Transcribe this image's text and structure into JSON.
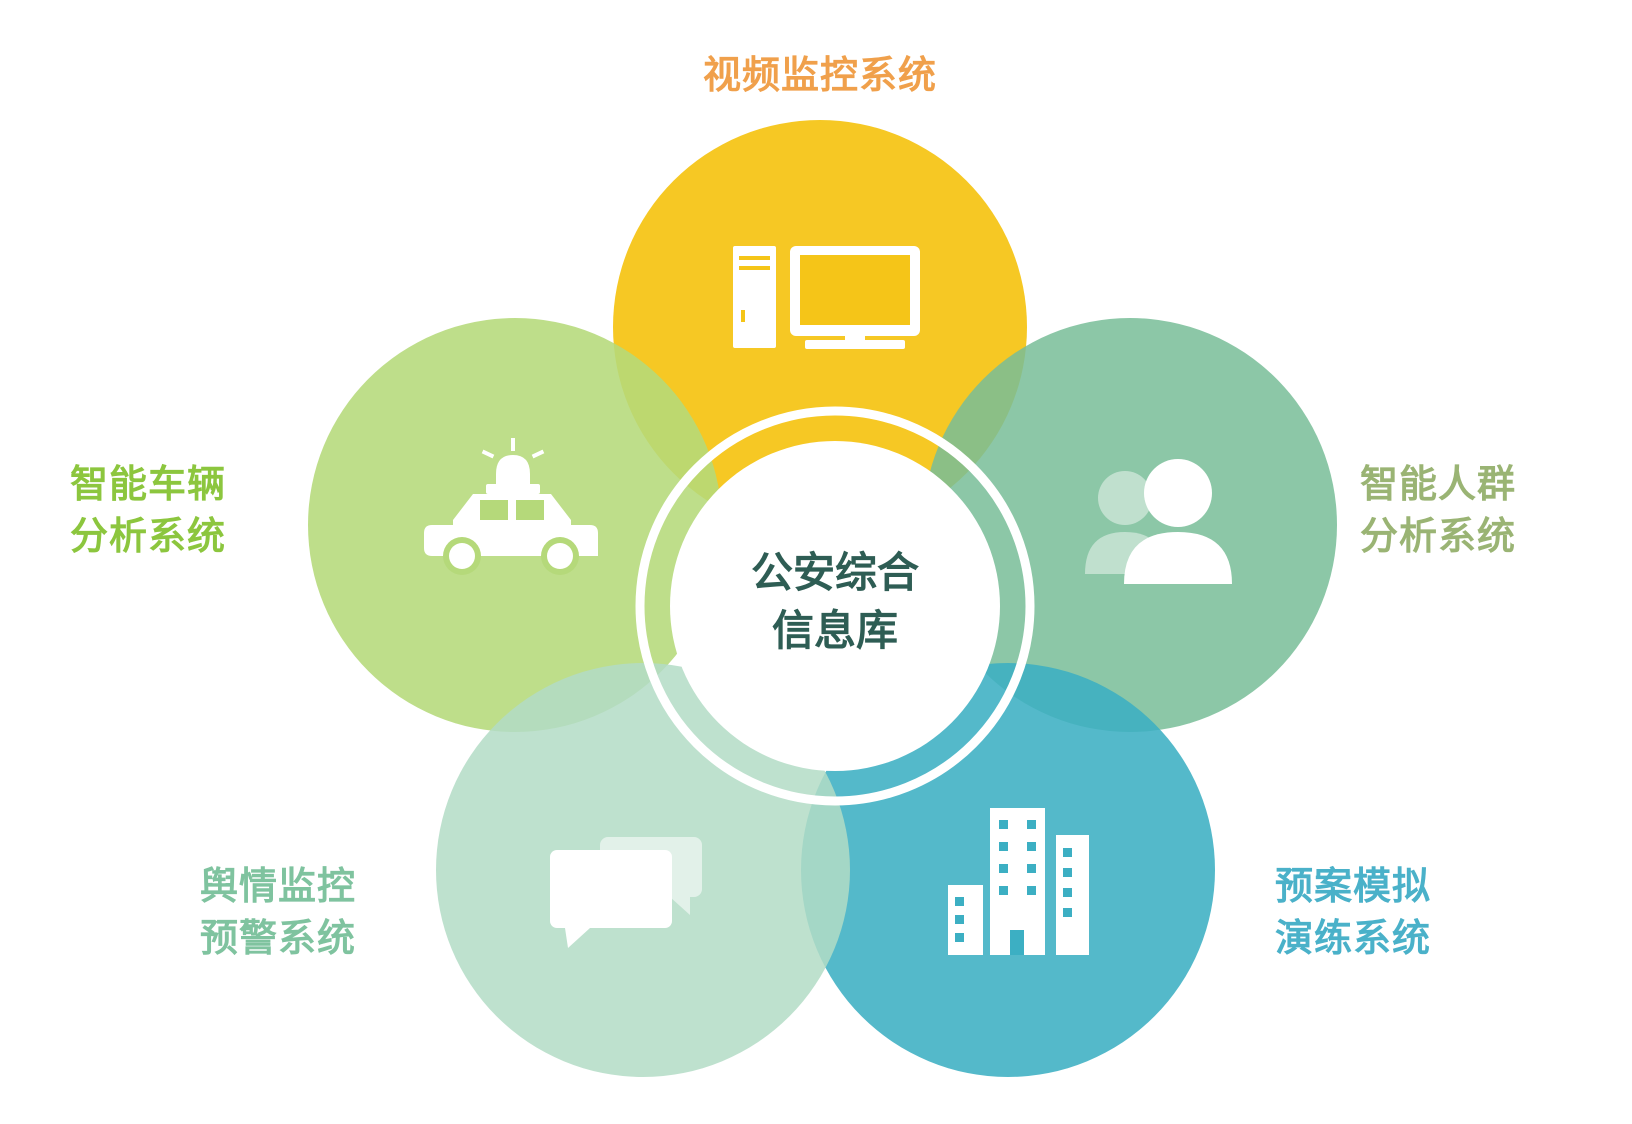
{
  "center": {
    "line1": "公安综合",
    "line2": "信息库",
    "color": "#2e5d54"
  },
  "systems": {
    "top": {
      "line1": "视频监控系统",
      "color": "#f0a04b",
      "circle_color": "#f5c518",
      "icon": "computer-icon"
    },
    "left": {
      "line1": "智能车辆",
      "line2": "分析系统",
      "color": "#8cc63e",
      "circle_color": "#b5d97a",
      "icon": "police-car-icon"
    },
    "right": {
      "line1": "智能人群",
      "line2": "分析系统",
      "color": "#9ab474",
      "circle_color": "#78bd98",
      "icon": "people-icon"
    },
    "bottom_left": {
      "line1": "舆情监控",
      "line2": "预警系统",
      "color": "#7fc39f",
      "circle_color": "#b3dcc6",
      "icon": "chat-icon"
    },
    "bottom_right": {
      "line1": "预案模拟",
      "line2": "演练系统",
      "color": "#4ab1c9",
      "circle_color": "#3cafc3",
      "icon": "buildings-icon"
    }
  }
}
